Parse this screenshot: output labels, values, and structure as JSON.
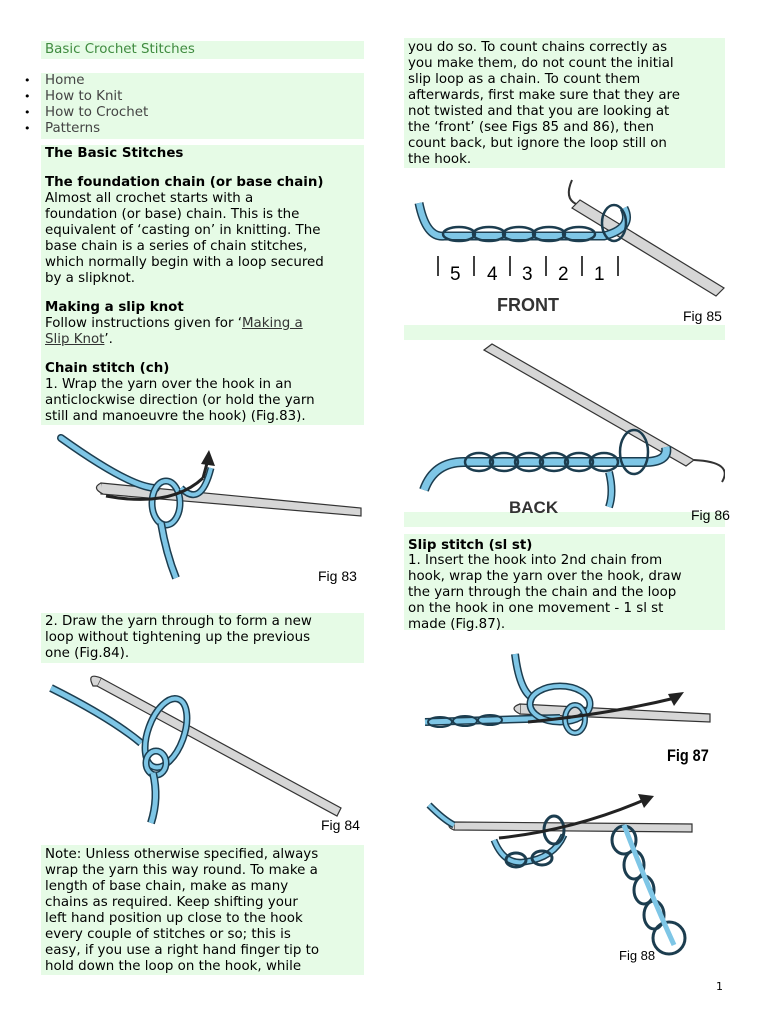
{
  "header": {
    "title": "Basic Crochet Stitches"
  },
  "nav": {
    "items": [
      "Home",
      "How to Knit",
      "How to Crochet",
      "Patterns"
    ]
  },
  "left": {
    "heading": "The Basic Stitches",
    "foundation_title": "The foundation chain (or base chain)",
    "foundation_body": "Almost all crochet starts with a\nfoundation (or base) chain. This is the\nequivalent of ‘casting on’ in knitting. The\nbase chain is a series of chain stitches,\nwhich normally begin with a loop secured\nby a slipknot.",
    "slipknot_title": "Making a slip knot",
    "slipknot_body_before": "Follow instructions given for ‘",
    "slipknot_link_1": "Making a",
    "slipknot_link_2": "Slip Knot",
    "slipknot_after": "’.",
    "chain_title": "Chain stitch (ch)",
    "chain_step1": "1. Wrap the yarn over the hook in an\nanticlockwise direction (or hold the yarn\nstill and manoeuvre the hook) (Fig.83).",
    "fig83": "Fig 83",
    "chain_step2": "2. Draw the yarn through to form a new\nloop without tightening up the previous\none (Fig.84).",
    "fig84": "Fig 84",
    "note": "Note: Unless otherwise specified, always\nwrap the yarn this way round. To make a\nlength of base chain, make as many\nchains as required. Keep shifting your\nleft hand position up close to the hook\nevery couple of stitches or so; this is\neasy, if you use a right hand finger tip to\nhold down the loop on the hook, while"
  },
  "right": {
    "continued": "you do so. To count chains correctly as\nyou make them, do not count the initial\nslip loop as a chain. To count them\nafterwards, first make sure that they are\nnot twisted and that you are looking at\nthe ‘front’ (see Figs 85 and 86), then\ncount back, but ignore the loop still on\nthe hook.",
    "fig85_numbers": [
      "5",
      "4",
      "3",
      "2",
      "1"
    ],
    "fig85_caption": "FRONT",
    "fig85": "Fig 85",
    "fig86_caption": "BACK",
    "fig86": "Fig 86",
    "slip_title": "Slip stitch (sl st)",
    "slip_body": "1. Insert the hook into 2nd chain from\nhook, wrap the yarn over the hook, draw\nthe yarn through the chain and the loop\non the hook in one movement - 1 sl st\nmade (Fig.87).",
    "fig87": "Fig 87",
    "fig88": "Fig 88"
  },
  "page_number": "1",
  "colors": {
    "panel": "#e6fbe6",
    "yarn": "#7ec6e6",
    "yarn_outline": "#1c3d4f",
    "hook": "#d6d6d6",
    "title_green": "#3f8b3f"
  }
}
